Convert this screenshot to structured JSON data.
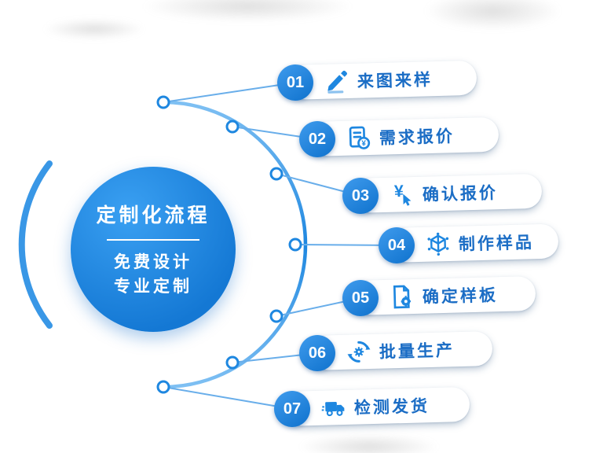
{
  "center": {
    "title": "定制化流程",
    "lines": [
      "免费设计",
      "专业定制"
    ]
  },
  "steps": [
    {
      "number": "01",
      "label": "来图来样",
      "icon": "drawing-sample-icon"
    },
    {
      "number": "02",
      "label": "需求报价",
      "icon": "quote-document-icon"
    },
    {
      "number": "03",
      "label": "确认报价",
      "icon": "confirm-price-icon"
    },
    {
      "number": "04",
      "label": "制作样品",
      "icon": "sample-cube-icon"
    },
    {
      "number": "05",
      "label": "确定样板",
      "icon": "template-document-icon"
    },
    {
      "number": "06",
      "label": "批量生产",
      "icon": "production-gear-icon"
    },
    {
      "number": "07",
      "label": "检测发货",
      "icon": "delivery-truck-icon"
    }
  ],
  "colors": {
    "accent": "#1E87E0",
    "label_text": "#1B6DC5",
    "node_stroke": "#1E87E0"
  }
}
